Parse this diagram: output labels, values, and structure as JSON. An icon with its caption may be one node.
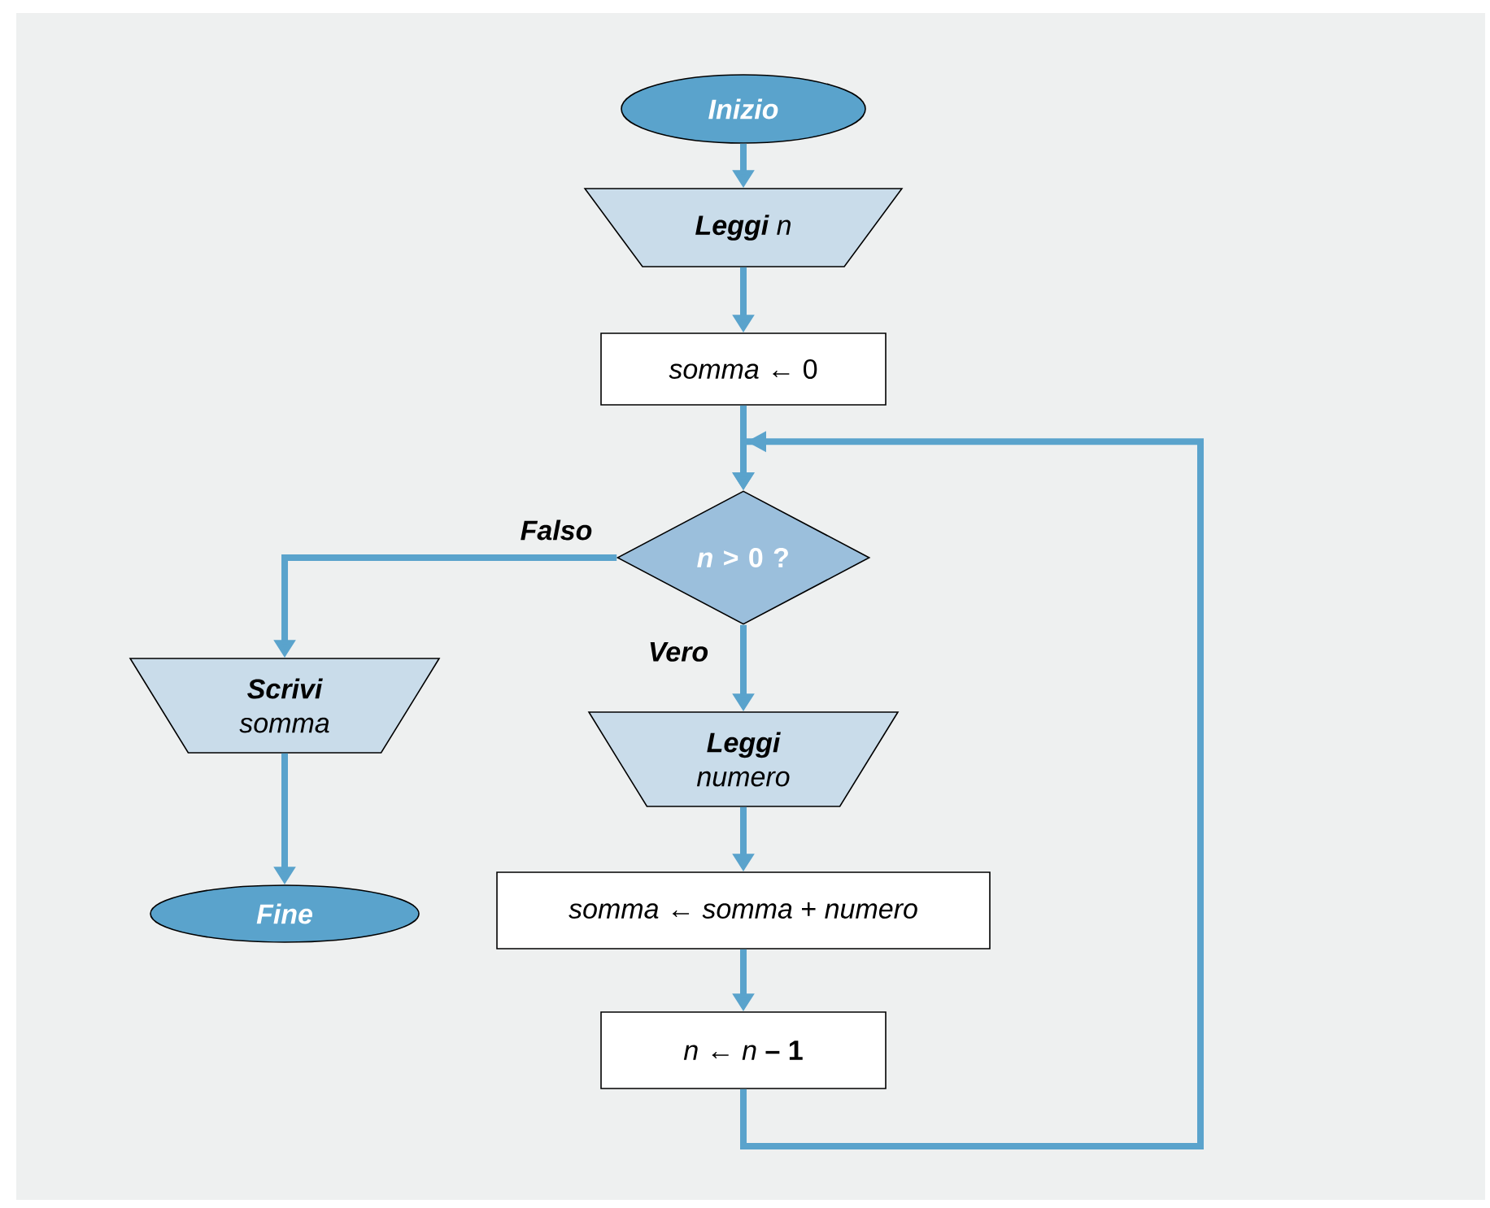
{
  "diagram": {
    "nodes": [
      {
        "text": [
          "Inizio"
        ]
      },
      {
        "text": [
          "**Leggi** n"
        ]
      },
      {
        "text": [
          "*somma* ← 0"
        ]
      },
      {
        "text": [
          "*n* > 0 ?"
        ]
      },
      {
        "text": [
          "**Scrivi** somma"
        ]
      },
      {
        "text": [
          "Fine"
        ]
      },
      {
        "text": [
          "**Leggi** numero"
        ]
      },
      {
        "text": [
          "*somma* ← *somma* + *numero*"
        ]
      },
      {
        "text": [
          "*n* ← *n* **– 1**"
        ]
      }
    ],
    "edges": [
      {
        "from": 0,
        "to": 1,
        "arrow": "to"
      },
      {
        "from": 1,
        "to": 2,
        "arrow": "to"
      },
      {
        "from": 2,
        "to": 3,
        "arrow": "to"
      },
      {
        "from": 3,
        "to": 4,
        "arrow": "to",
        "label": "Falso"
      },
      {
        "from": 4,
        "to": 5,
        "arrow": "to"
      },
      {
        "from": 3,
        "to": 6,
        "arrow": "to",
        "label": "Vero"
      },
      {
        "from": 6,
        "to": 7,
        "arrow": "to"
      },
      {
        "from": 7,
        "to": 8,
        "arrow": "to"
      },
      {
        "from": 8,
        "to": 3,
        "arrow": "to"
      }
    ]
  }
}
